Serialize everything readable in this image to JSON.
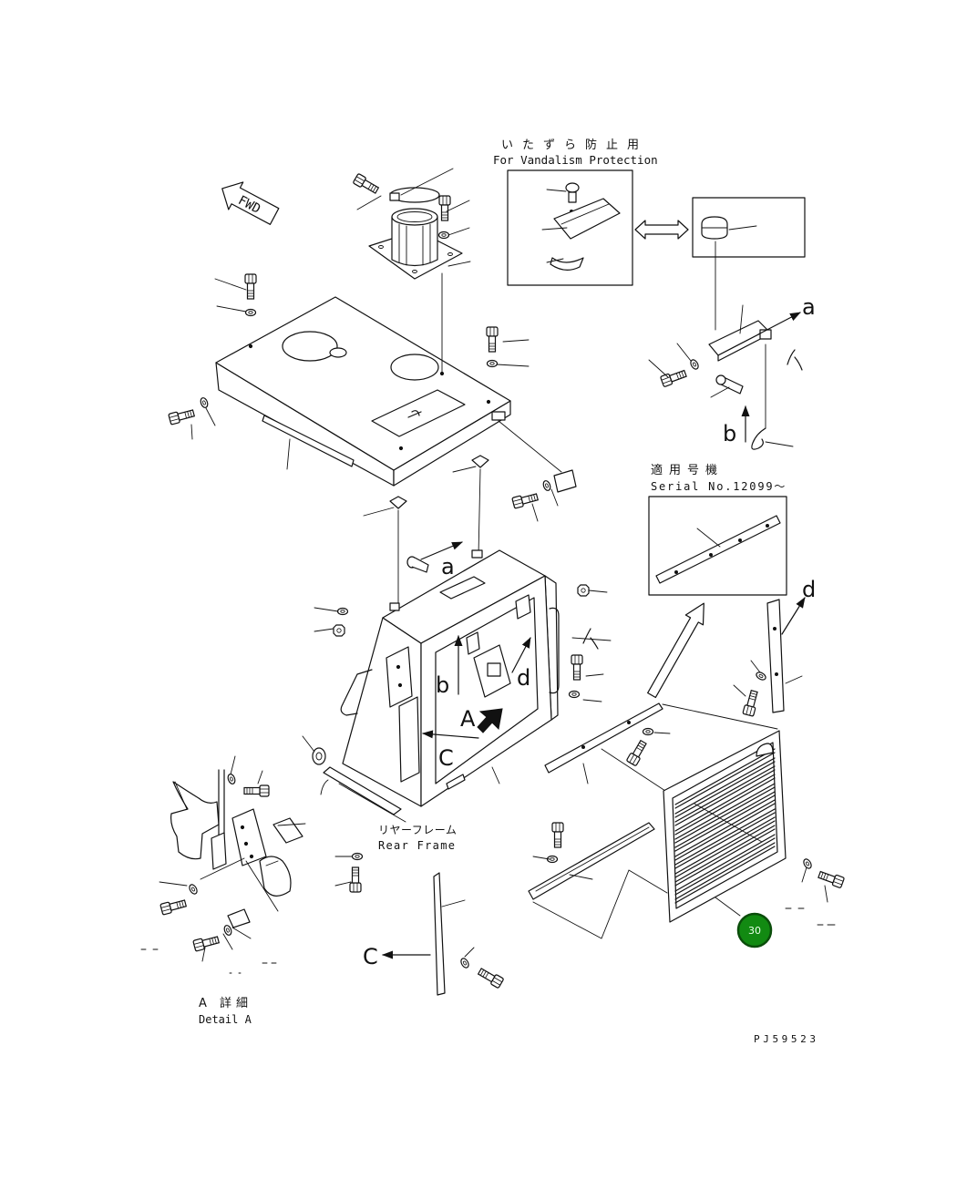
{
  "diagram": {
    "vandalism_jp": "いたずら防止用",
    "vandalism_en": "For Vandalism Protection",
    "fwd": "FWD",
    "serial_jp": "適用号機",
    "serial_en": "Serial No.12099～",
    "rear_frame_jp": "リヤーフレーム",
    "rear_frame_en": "Rear Frame",
    "detail_jp": "A 詳細",
    "detail_en": "Detail A",
    "drawing_no": "PJ59523",
    "refs": {
      "a_top": "a",
      "a_mid": "a",
      "b_top": "b",
      "b_mid": "b",
      "c_mid": "C",
      "c_bottom": "C",
      "d_mid": "d",
      "d_right": "d",
      "A_view": "A"
    },
    "callout": {
      "number": "30",
      "fill": "#128a12",
      "border": "#0b4d0b"
    }
  }
}
